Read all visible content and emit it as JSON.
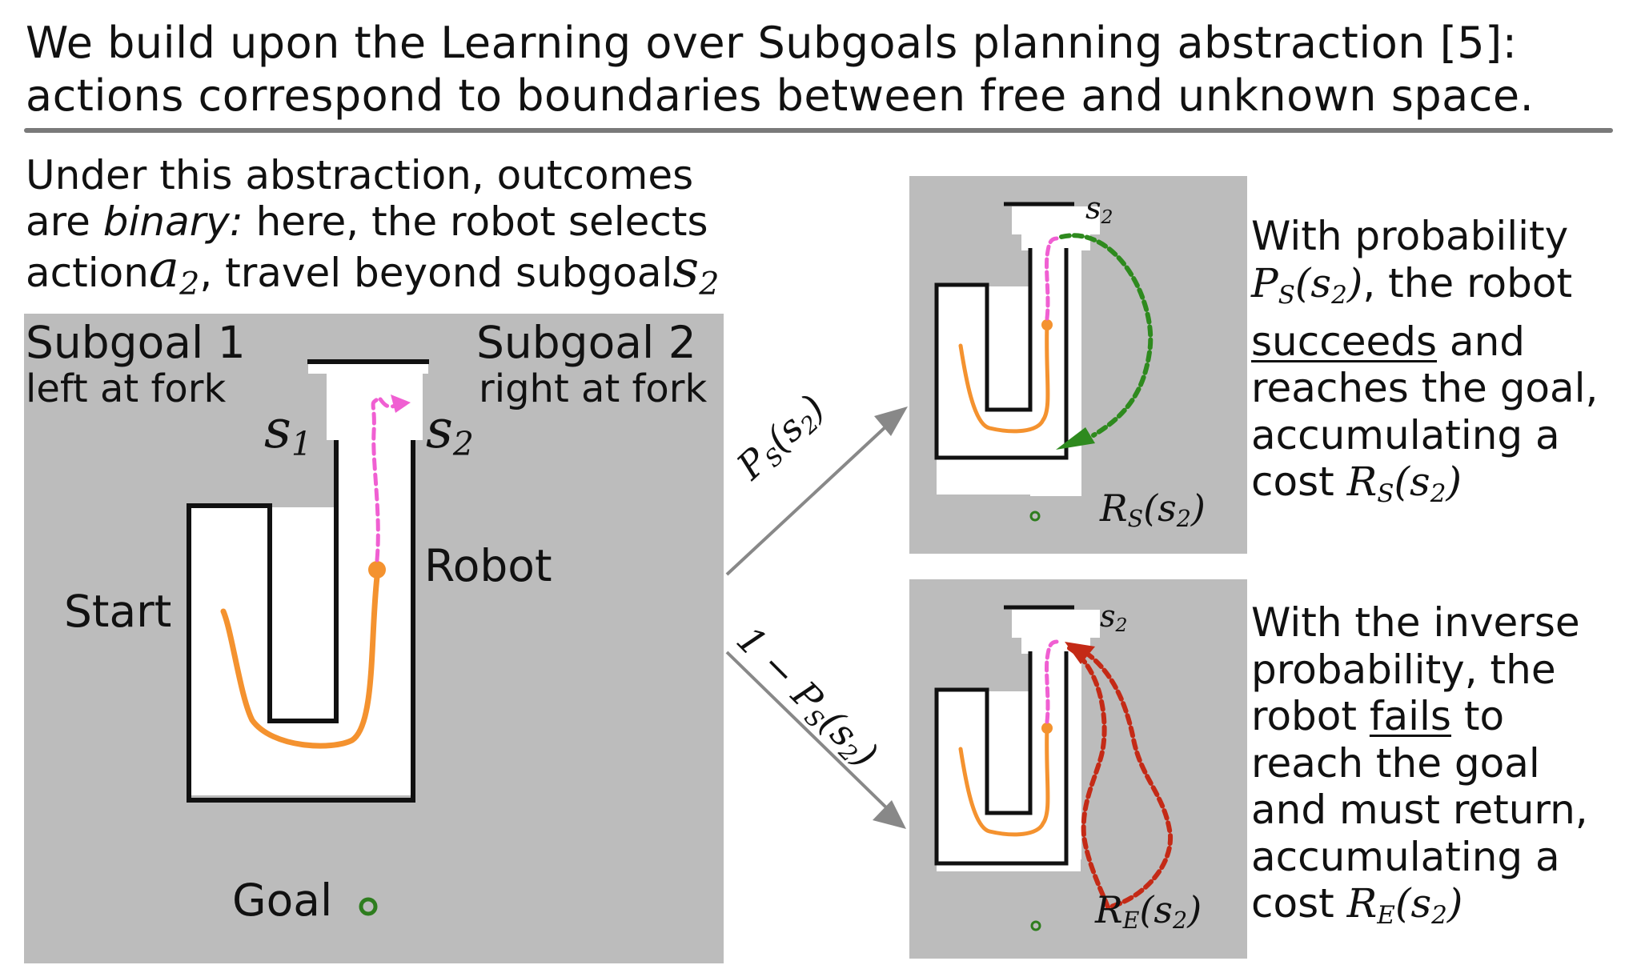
{
  "title": {
    "line1": "We build upon the Learning over Subgoals planning abstraction [5]:",
    "line2": "actions correspond to boundaries between free and unknown space."
  },
  "intro": {
    "line1": "Under this abstraction, outcomes",
    "line2_pre": "are ",
    "line2_em": "binary:",
    "line2_post": " here, the robot selects",
    "line3_pre": "action",
    "line3_action": "a",
    "line3_action_sub": "2",
    "line3_mid": ", travel beyond subgoal",
    "line3_subgoal": "s",
    "line3_subgoal_sub": "2"
  },
  "main_panel": {
    "subgoal1_title": "Subgoal 1",
    "subgoal1_desc": "left at fork",
    "subgoal2_title": "Subgoal 2",
    "subgoal2_desc": "right at fork",
    "s1": "s",
    "s1_sub": "1",
    "s2": "s",
    "s2_sub": "2",
    "robot_label": "Robot",
    "start_label": "Start",
    "goal_label": "Goal"
  },
  "branches": {
    "success_prob": "P",
    "success_prob_sub": "S",
    "success_prob_arg": "(s",
    "success_prob_arg_sub": "2",
    "success_prob_close": ")",
    "fail_prefix": "1 − P",
    "fail_sub": "S",
    "fail_arg": "(s",
    "fail_arg_sub": "2",
    "fail_close": ")"
  },
  "top_panel": {
    "s2": "s",
    "s2_sub": "2",
    "cost": "R",
    "cost_sub": "S",
    "cost_arg": "(s",
    "cost_arg_sub": "2",
    "cost_close": ")"
  },
  "bottom_panel": {
    "s2": "s",
    "s2_sub": "2",
    "cost": "R",
    "cost_sub": "E",
    "cost_arg": "(s",
    "cost_arg_sub": "2",
    "cost_close": ")"
  },
  "success_text": {
    "line1": "With probability",
    "line2_math": "P",
    "line2_math_sub": "S",
    "line2_math_arg": "(s",
    "line2_math_arg_sub": "2",
    "line2_math_close": ")",
    "line2_post": ", the robot",
    "line3_u": "succeeds",
    "line3_post": " and",
    "line4": "reaches the goal,",
    "line5": "accumulating a",
    "line6_pre": "cost ",
    "line6_math": "R",
    "line6_math_sub": "S",
    "line6_math_arg": "(s",
    "line6_math_arg_sub": "2",
    "line6_math_close": ")"
  },
  "fail_text": {
    "line1": "With the inverse",
    "line2": "probability, the",
    "line3_pre": "robot ",
    "line3_u": "fails",
    "line3_post": " to",
    "line4": "reach the goal",
    "line5": "and must return,",
    "line6": "accumulating a",
    "line7_pre": "cost ",
    "line7_math": "R",
    "line7_math_sub": "E",
    "line7_math_arg": "(s",
    "line7_math_arg_sub": "2",
    "line7_math_close": ")"
  },
  "colors": {
    "panel_bg": "#bcbcbc",
    "robot_path": "#f4922f",
    "plan_path": "#f05fd2",
    "success_path": "#2e8a1e",
    "fail_path": "#c42a16",
    "goal_marker": "#2e7d1e",
    "arrow": "#888888"
  }
}
